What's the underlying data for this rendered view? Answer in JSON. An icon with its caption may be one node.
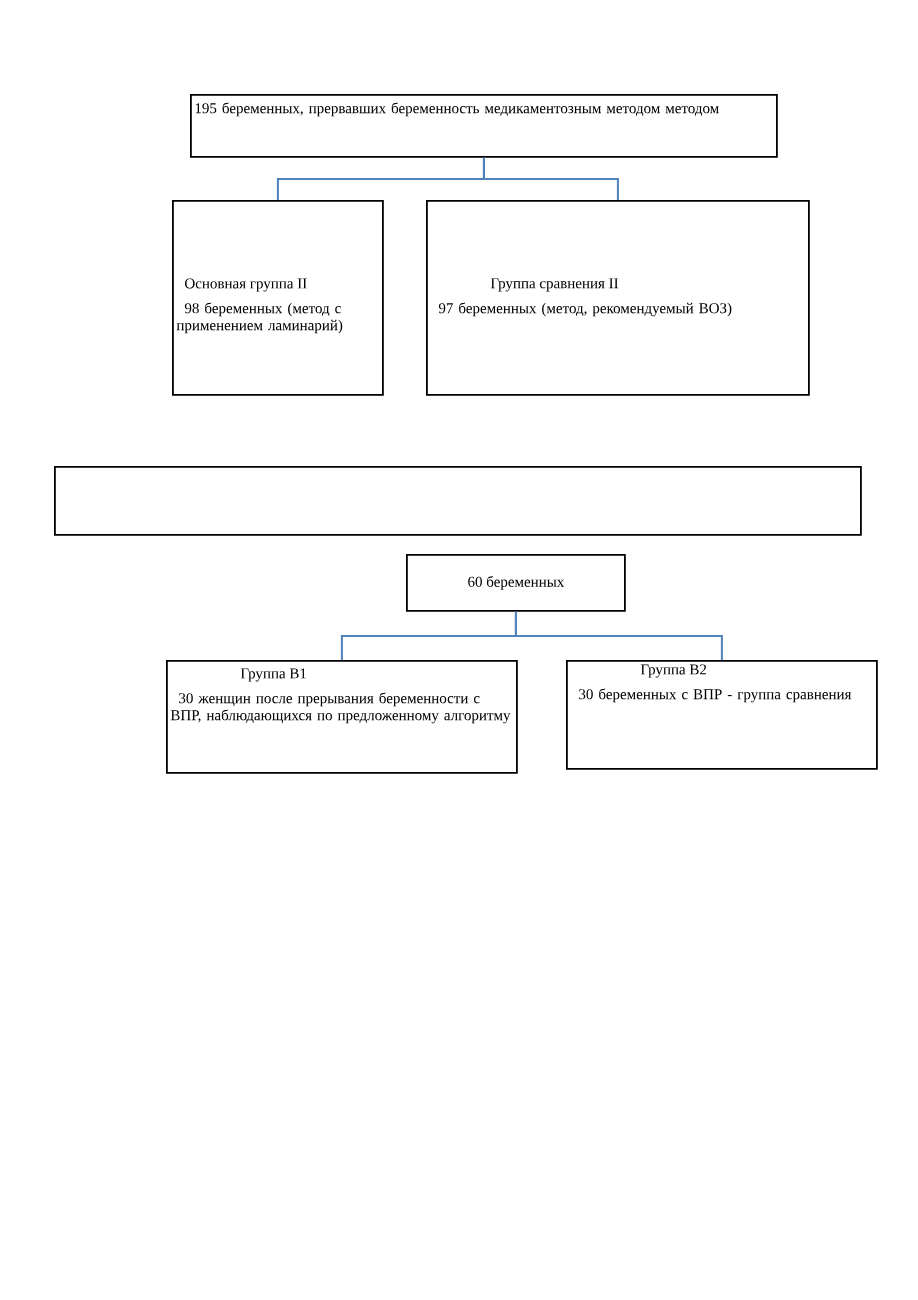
{
  "diagram": {
    "nodes": [
      {
        "text": [
          "195 беременных, прервавших беременность медикаментозным методом методом"
        ]
      },
      {
        "text": [
          "Основная группа II",
          "98 беременных (метод с применением ламинарий)"
        ]
      },
      {
        "text": [
          "Группа сравнения II",
          "97 беременных (метод, рекомендуемый ВОЗ)"
        ]
      },
      {
        "text": [],
        "shape": "box"
      },
      {
        "text": [
          "60 беременных"
        ]
      },
      {
        "text": [
          "Группа В1",
          "30 женщин после прерывания беременности с ВПР, наблюдающихся по предложенному алгоритму"
        ]
      },
      {
        "text": [
          "Группа В2",
          "30 беременных с ВПР - группа сравнения"
        ]
      }
    ],
    "edges": [
      {
        "from": 0,
        "to": 1,
        "arrow": "none"
      },
      {
        "from": 0,
        "to": 2,
        "arrow": "none"
      },
      {
        "from": 4,
        "to": 5,
        "arrow": "none"
      },
      {
        "from": 4,
        "to": 6,
        "arrow": "none"
      }
    ]
  }
}
